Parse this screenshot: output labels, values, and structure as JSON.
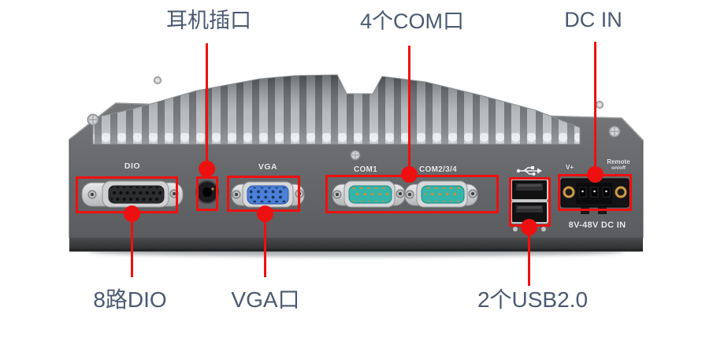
{
  "figure": {
    "type": "annotated-product-photo",
    "subject": "fanless-industrial-pc-rear-panel"
  },
  "colors": {
    "annotation_red": "#ee1010",
    "callout_text": "#4b5a72",
    "chassis_gray": "#66686b",
    "heatsink_light": "#c2c5c8",
    "heatsink_dark": "#74787c",
    "vga_blue": "#4b7fd8",
    "com_teal": "#35b4aa",
    "usb_black": "#111111",
    "terminal_gold": "#cd9a46"
  },
  "callouts": {
    "top": [
      {
        "id": "audio",
        "label": "耳机插口"
      },
      {
        "id": "com",
        "label": "4个COM口"
      },
      {
        "id": "dcin",
        "label": "DC IN"
      }
    ],
    "bottom": [
      {
        "id": "dio",
        "label": "8路DIO"
      },
      {
        "id": "vga",
        "label": "VGA口"
      },
      {
        "id": "usb",
        "label": "2个USB2.0"
      }
    ]
  },
  "device": {
    "port_labels": {
      "dio": "DIO",
      "vga": "VGA",
      "com1": "COM1",
      "com234": "COM2/3/4",
      "power_v": "V+",
      "power_remote": "Remote",
      "power_onoff": "on/off",
      "dc_rating": "8V-48V DC IN"
    },
    "icons": {
      "usb": "usb-trident-icon"
    }
  }
}
